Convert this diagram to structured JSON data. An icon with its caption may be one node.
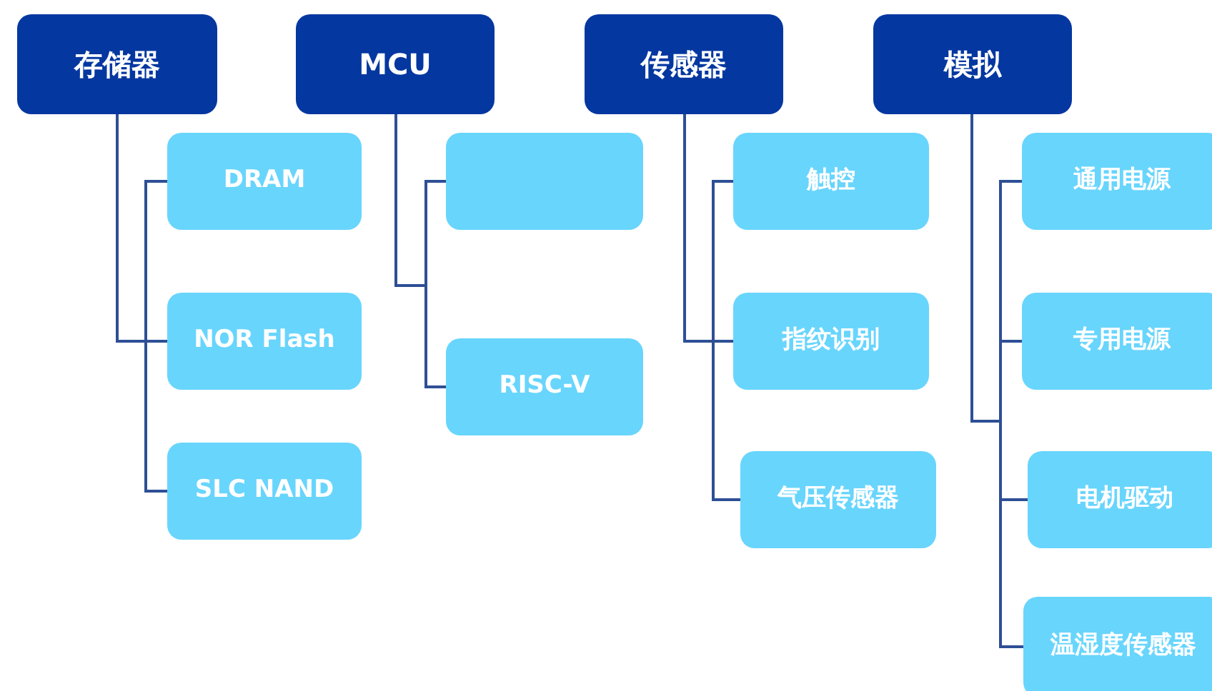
{
  "diagram": {
    "nodes": [
      {
        "text": [
          "存储器"
        ]
      },
      {
        "text": [
          "DRAM"
        ]
      },
      {
        "text": [
          "NOR Flash"
        ]
      },
      {
        "text": [
          "SLC NAND"
        ]
      },
      {
        "text": [
          "MCU"
        ]
      },
      {
        "text": [],
        "shape": "box"
      },
      {
        "text": [
          "RISC-V"
        ]
      },
      {
        "text": [
          "传感器"
        ]
      },
      {
        "text": [
          "触控"
        ]
      },
      {
        "text": [
          "指纹识别"
        ]
      },
      {
        "text": [
          "气压传感器"
        ]
      },
      {
        "text": [
          "模拟"
        ]
      },
      {
        "text": [
          "通用电源"
        ]
      },
      {
        "text": [
          "专用电源"
        ]
      },
      {
        "text": [
          "电机驱动"
        ]
      },
      {
        "text": [
          "温湿度传感器"
        ]
      }
    ],
    "edges": [
      {
        "from": 0,
        "to": 1,
        "arrow": "none"
      },
      {
        "from": 0,
        "to": 2,
        "arrow": "none"
      },
      {
        "from": 0,
        "to": 3,
        "arrow": "none"
      },
      {
        "from": 4,
        "to": 5,
        "arrow": "none"
      },
      {
        "from": 4,
        "to": 6,
        "arrow": "none"
      },
      {
        "from": 7,
        "to": 8,
        "arrow": "none"
      },
      {
        "from": 7,
        "to": 9,
        "arrow": "none"
      },
      {
        "from": 7,
        "to": 10,
        "arrow": "none"
      },
      {
        "from": 11,
        "to": 12,
        "arrow": "none"
      },
      {
        "from": 11,
        "to": 13,
        "arrow": "none"
      },
      {
        "from": 11,
        "to": 14,
        "arrow": "none"
      },
      {
        "from": 11,
        "to": 15,
        "arrow": "none"
      }
    ]
  }
}
